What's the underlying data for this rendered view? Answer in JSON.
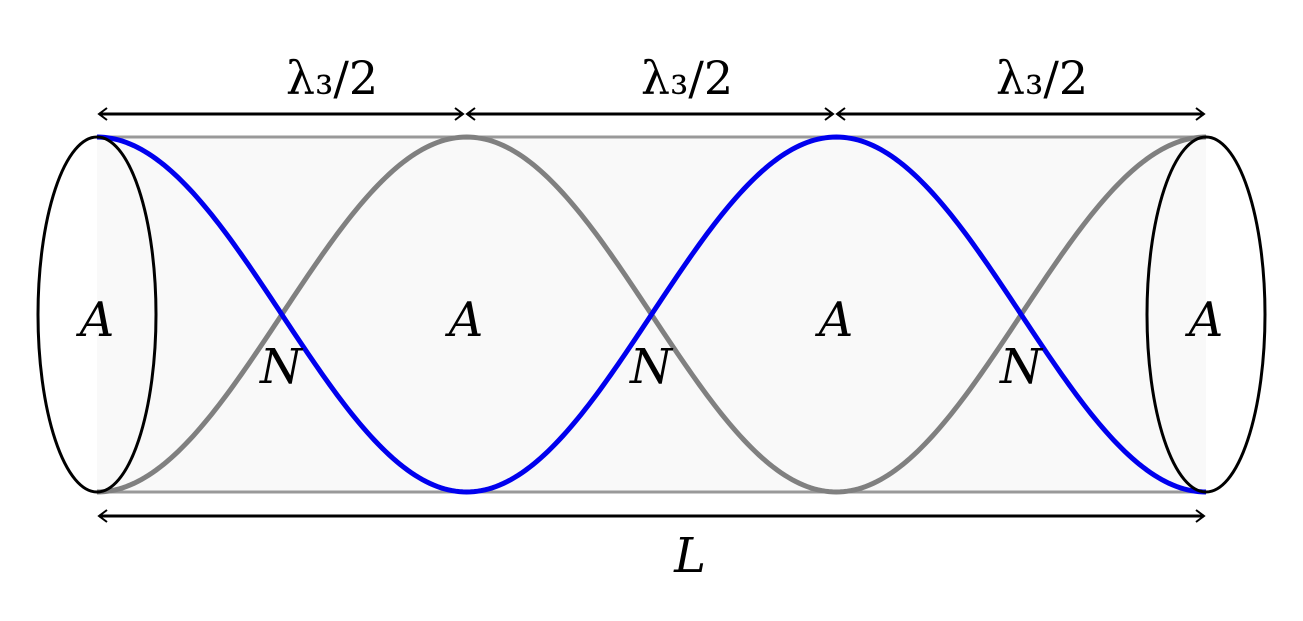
{
  "segments": [
    {
      "label": "λ₃/2"
    },
    {
      "label": "λ₃/2"
    },
    {
      "label": "λ₃/2"
    }
  ],
  "antinode_labels": [
    "A",
    "A",
    "A",
    "A"
  ],
  "node_labels": [
    "N",
    "N",
    "N"
  ],
  "length_label": "L",
  "colors": {
    "wave_primary": "#0000ee",
    "wave_secondary": "#808080",
    "tube_fill": "#f9f9f9",
    "tube_edge": "#999999",
    "outline": "#000000"
  }
}
